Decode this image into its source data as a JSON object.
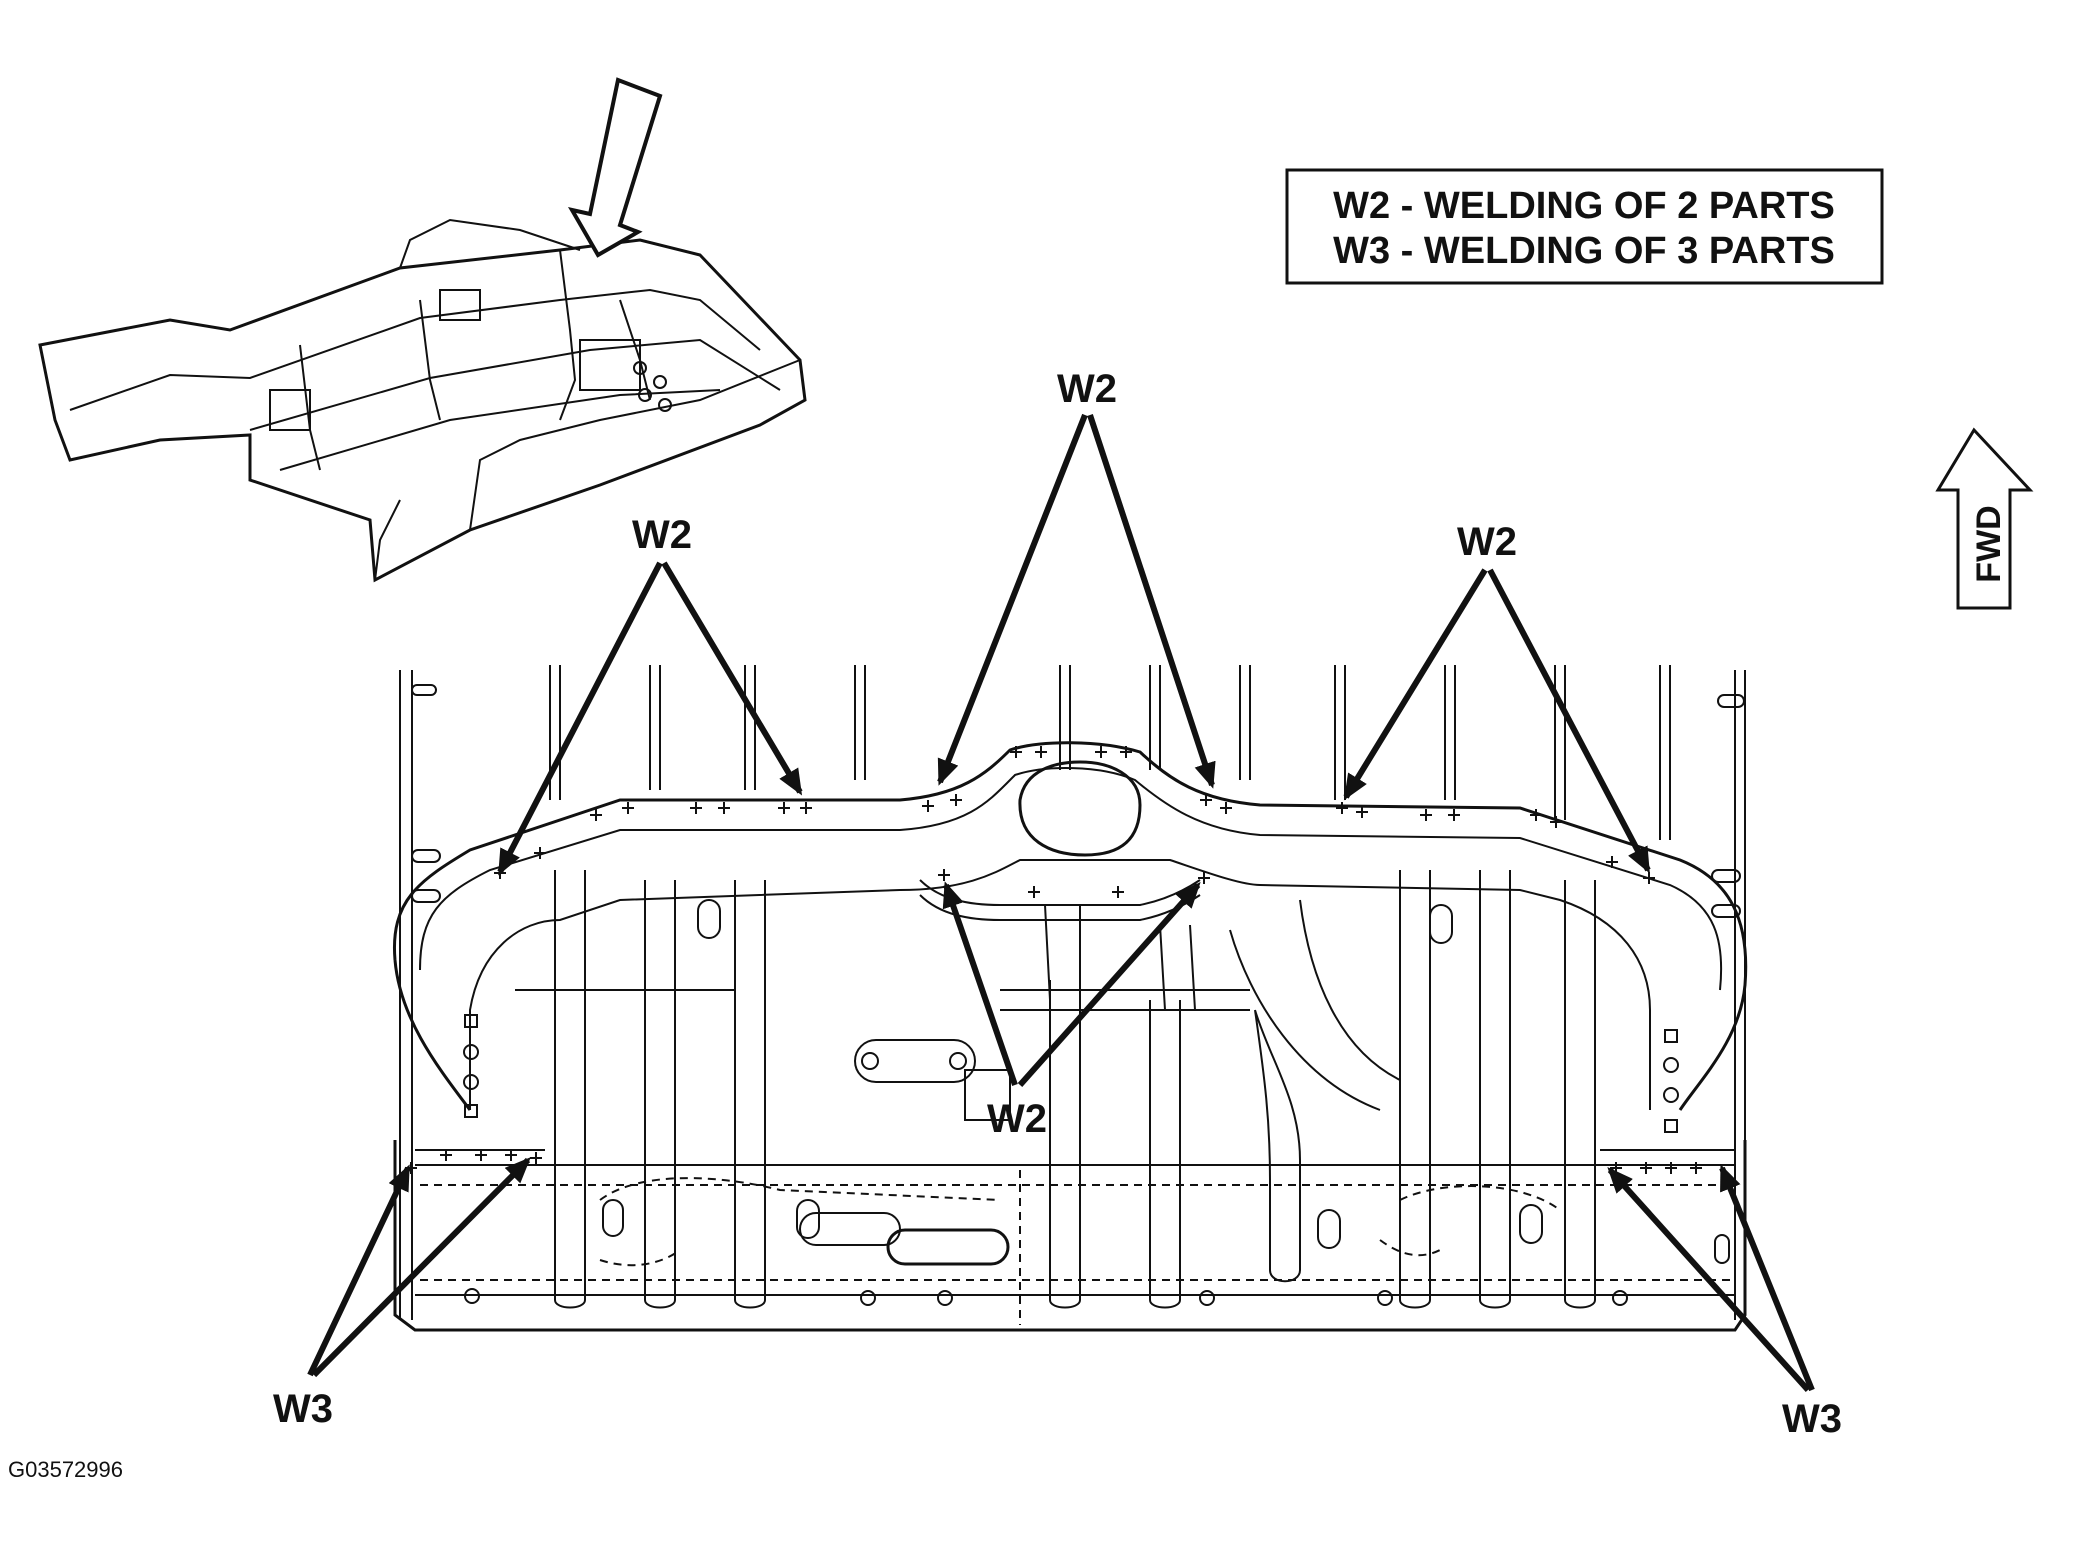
{
  "legend": {
    "line1": "W2 - WELDING OF 2 PARTS",
    "line2": "W3 - WELDING OF 3 PARTS"
  },
  "direction": {
    "label": "FWD"
  },
  "callouts": {
    "w2_left": "W2",
    "w2_top": "W2",
    "w2_right": "W2",
    "w2_center": "W2",
    "w3_left": "W3",
    "w3_right": "W3"
  },
  "figure_code": "G03572996",
  "icons": {
    "inset": "vehicle-underbody-inset-icon",
    "view_arrow": "view-direction-arrow-icon",
    "fwd_arrow": "forward-arrow-icon"
  }
}
